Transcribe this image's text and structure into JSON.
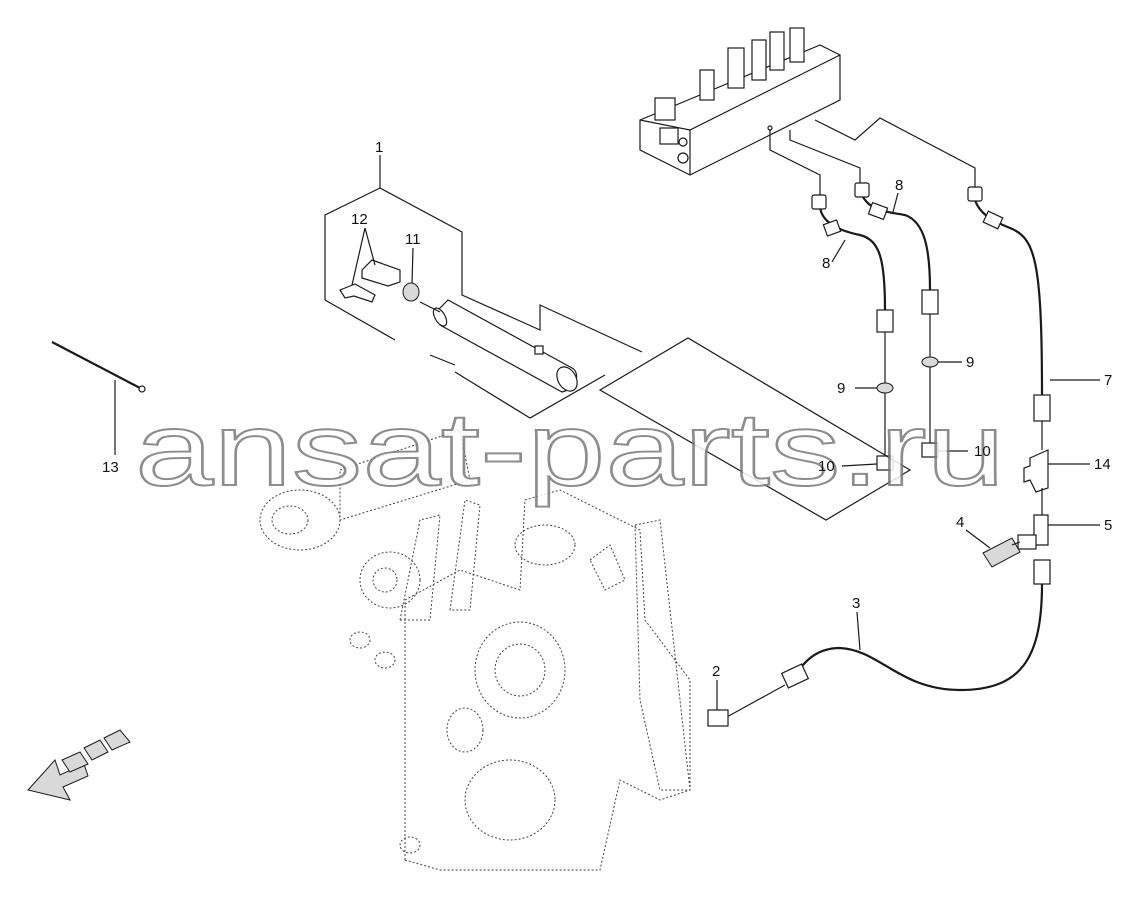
{
  "watermark": "ansat-parts.ru",
  "callouts": {
    "c1": "1",
    "c2": "2",
    "c3": "3",
    "c4": "4",
    "c5": "5",
    "c7": "7",
    "c8a": "8",
    "c8b": "8",
    "c9a": "9",
    "c9b": "9",
    "c10a": "10",
    "c10b": "10",
    "c11": "11",
    "c12": "12",
    "c13": "13",
    "c14": "14"
  },
  "colors": {
    "line": "#1a1a1a",
    "watermark_outline": "#7a7a7a",
    "shade": "#d9d9d9"
  },
  "icons": {
    "direction_arrow": "front-direction-arrow-icon"
  }
}
